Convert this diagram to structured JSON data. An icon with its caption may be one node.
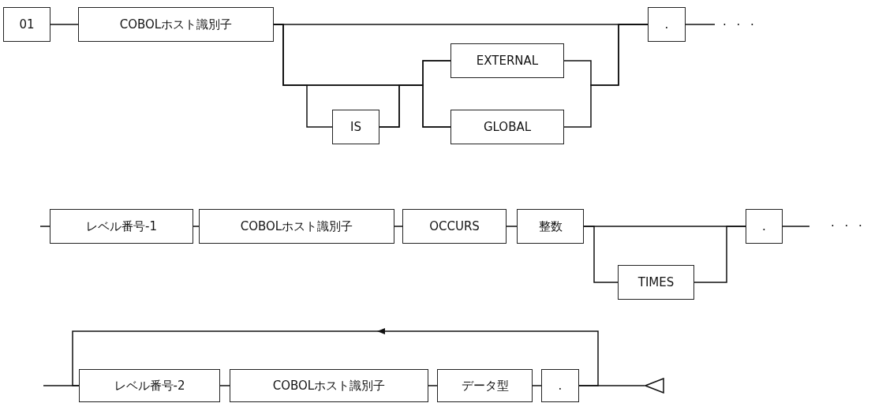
{
  "diagram": {
    "nodes": [
      {
        "text": [
          "01"
        ]
      },
      {
        "text": [
          "COBOLホスト識別子"
        ]
      },
      {
        "text": [
          "EXTERNAL"
        ]
      },
      {
        "text": [
          "IS"
        ]
      },
      {
        "text": [
          "GLOBAL"
        ]
      },
      {
        "text": [
          "."
        ]
      },
      {
        "text": [
          "レベル番号-1"
        ]
      },
      {
        "text": [
          "COBOLホスト識別子"
        ]
      },
      {
        "text": [
          "OCCURS"
        ]
      },
      {
        "text": [
          "整数"
        ]
      },
      {
        "text": [
          "TIMES"
        ]
      },
      {
        "text": [
          "."
        ]
      },
      {
        "text": [
          "レベル番号-2"
        ]
      },
      {
        "text": [
          "COBOLホスト識別子"
        ]
      },
      {
        "text": [
          "データ型"
        ]
      },
      {
        "text": [
          "."
        ]
      },
      {
        "text": [],
        "shape": "triangle"
      }
    ],
    "edges": [
      {
        "from": 0,
        "to": 1,
        "arrow": "none"
      },
      {
        "from": 1,
        "to": 5,
        "arrow": "none"
      },
      {
        "from": 1,
        "to": 3,
        "arrow": "none"
      },
      {
        "from": 1,
        "to": 2,
        "arrow": "none"
      },
      {
        "from": 1,
        "to": 4,
        "arrow": "none"
      },
      {
        "from": 3,
        "to": 2,
        "arrow": "none"
      },
      {
        "from": 3,
        "to": 4,
        "arrow": "none"
      },
      {
        "from": 2,
        "to": 5,
        "arrow": "none"
      },
      {
        "from": 4,
        "to": 5,
        "arrow": "none"
      },
      {
        "from": 5,
        "to": null,
        "arrow": "none"
      },
      {
        "from": null,
        "to": 6,
        "arrow": "none"
      },
      {
        "from": 6,
        "to": 7,
        "arrow": "none"
      },
      {
        "from": 7,
        "to": 8,
        "arrow": "none"
      },
      {
        "from": 8,
        "to": 9,
        "arrow": "none"
      },
      {
        "from": 9,
        "to": 11,
        "arrow": "none"
      },
      {
        "from": 9,
        "to": 10,
        "arrow": "none"
      },
      {
        "from": 10,
        "to": 11,
        "arrow": "none"
      },
      {
        "from": 11,
        "to": null,
        "arrow": "none"
      },
      {
        "from": null,
        "to": 12,
        "arrow": "none"
      },
      {
        "from": 12,
        "to": 13,
        "arrow": "none"
      },
      {
        "from": 13,
        "to": 14,
        "arrow": "none"
      },
      {
        "from": 14,
        "to": 15,
        "arrow": "none"
      },
      {
        "from": 15,
        "to": 16,
        "arrow": "none"
      },
      {
        "from": 15,
        "to": 12,
        "arrow": "to"
      }
    ],
    "labels": [
      ". . .",
      ". . ."
    ]
  }
}
